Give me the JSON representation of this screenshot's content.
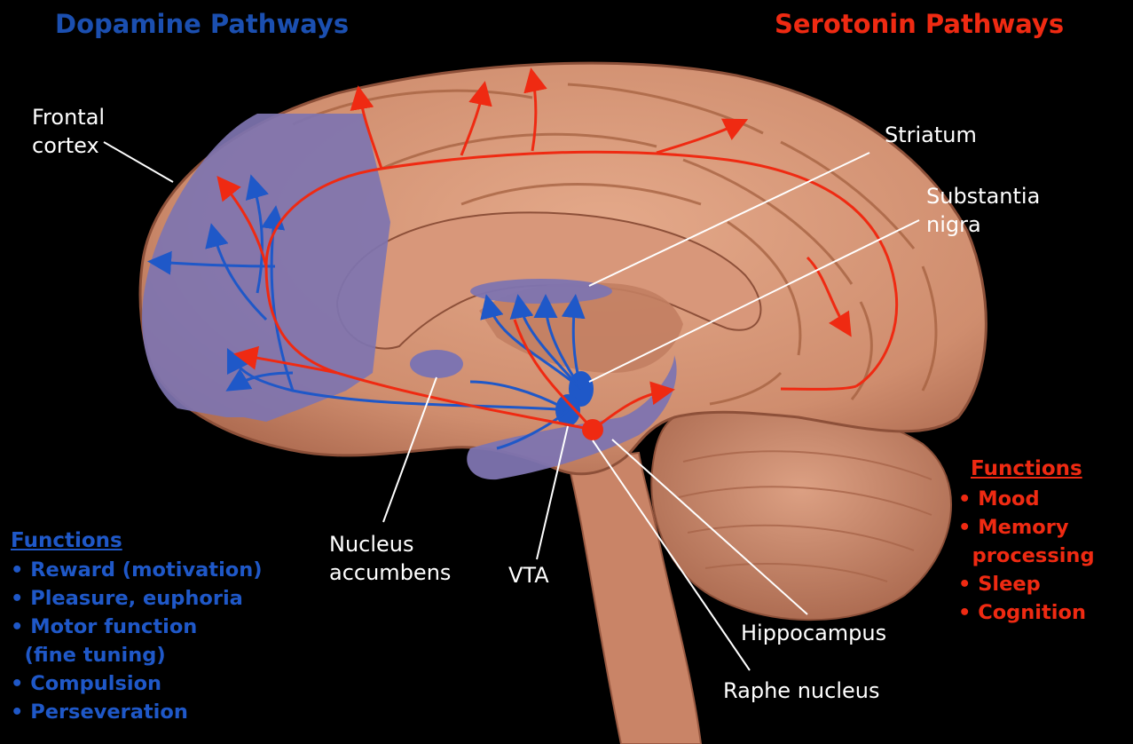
{
  "headings": {
    "dopamine": "Dopamine Pathways",
    "serotonin": "Serotonin Pathways"
  },
  "labels": {
    "frontal_cortex": [
      "Frontal",
      "cortex"
    ],
    "striatum": "Striatum",
    "substantia_nigra": [
      "Substantia",
      "nigra"
    ],
    "nucleus_accumbens": [
      "Nucleus",
      "accumbens"
    ],
    "vta": "VTA",
    "hippocampus": "Hippocampus",
    "raphe_nucleus": "Raphe nucleus"
  },
  "dopamine_functions": {
    "title": "Functions",
    "items": [
      "• Reward (motivation)",
      "• Pleasure, euphoria",
      "• Motor function",
      "  (fine tuning)",
      "• Compulsion",
      "• Perseveration"
    ]
  },
  "serotonin_functions": {
    "title": "Functions",
    "items": [
      "• Mood",
      "• Memory",
      "  processing",
      "• Sleep",
      "• Cognition"
    ]
  },
  "colors": {
    "background": "#000000",
    "dopamine": "#1f58c8",
    "serotonin": "#ef2a12",
    "brain": "#d99a7c",
    "dopamine_region": "#7e74b0"
  }
}
